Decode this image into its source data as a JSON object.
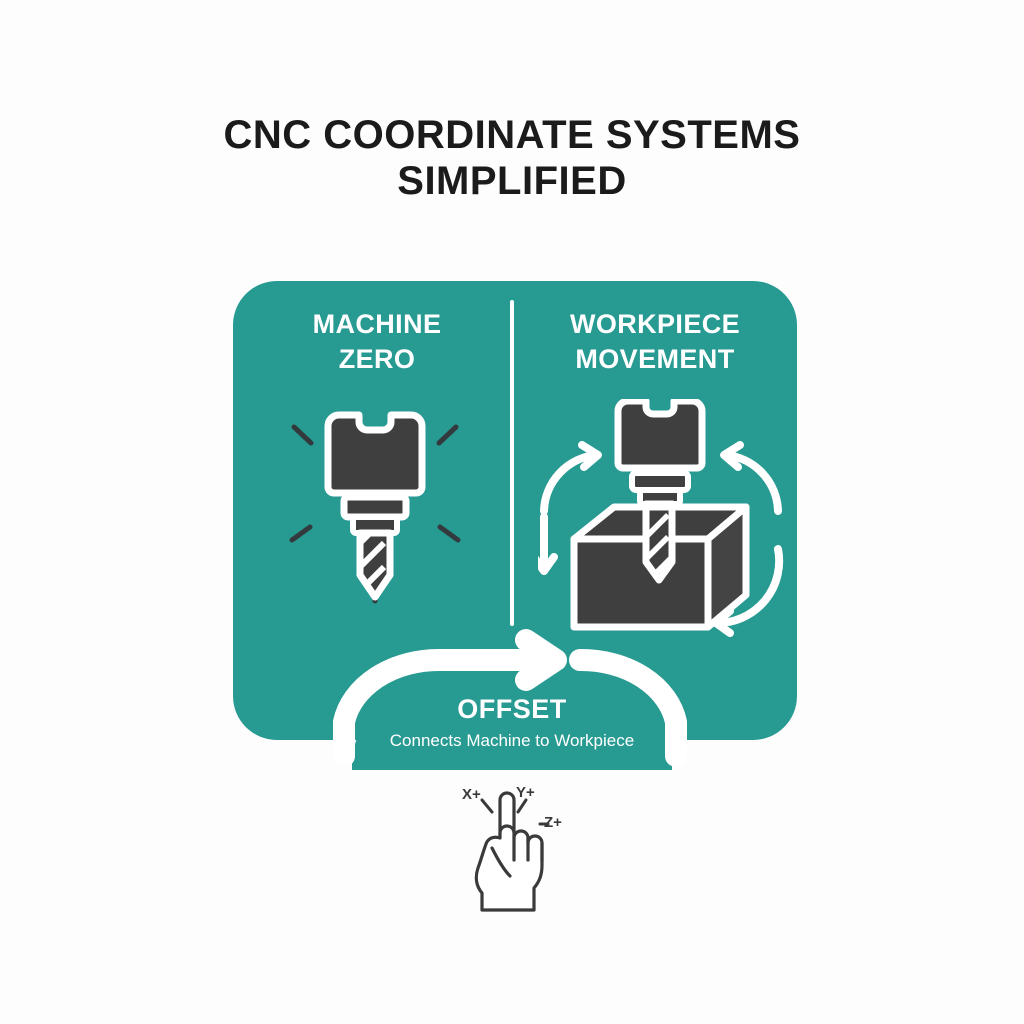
{
  "title": {
    "line1": "CNC COORDINATE SYSTEMS",
    "line2": "SIMPLIFIED"
  },
  "panels": [
    {
      "id": "machine-zero",
      "heading_line1": "MACHINE",
      "heading_line2": "ZERO",
      "icon": "cnc-spindle-drill-icon"
    },
    {
      "id": "workpiece-movement",
      "heading_line1": "WORKPIECE",
      "heading_line2": "MOVEMENT",
      "icon": "spindle-drilling-workpiece-icon"
    }
  ],
  "offset": {
    "title": "OFFSET",
    "subtitle": "Connects Machine to Workpiece",
    "arrow_icon": "arrow-right-icon"
  },
  "hand": {
    "icon": "pointing-hand-icon",
    "axis_x": "X+",
    "axis_y": "Y+",
    "axis_z": "Z+"
  },
  "colors": {
    "teal": "#279a92",
    "dark": "#3f3f3f",
    "white": "#ffffff",
    "title_text": "#1b1b1b",
    "background": "#fdfdfd"
  }
}
